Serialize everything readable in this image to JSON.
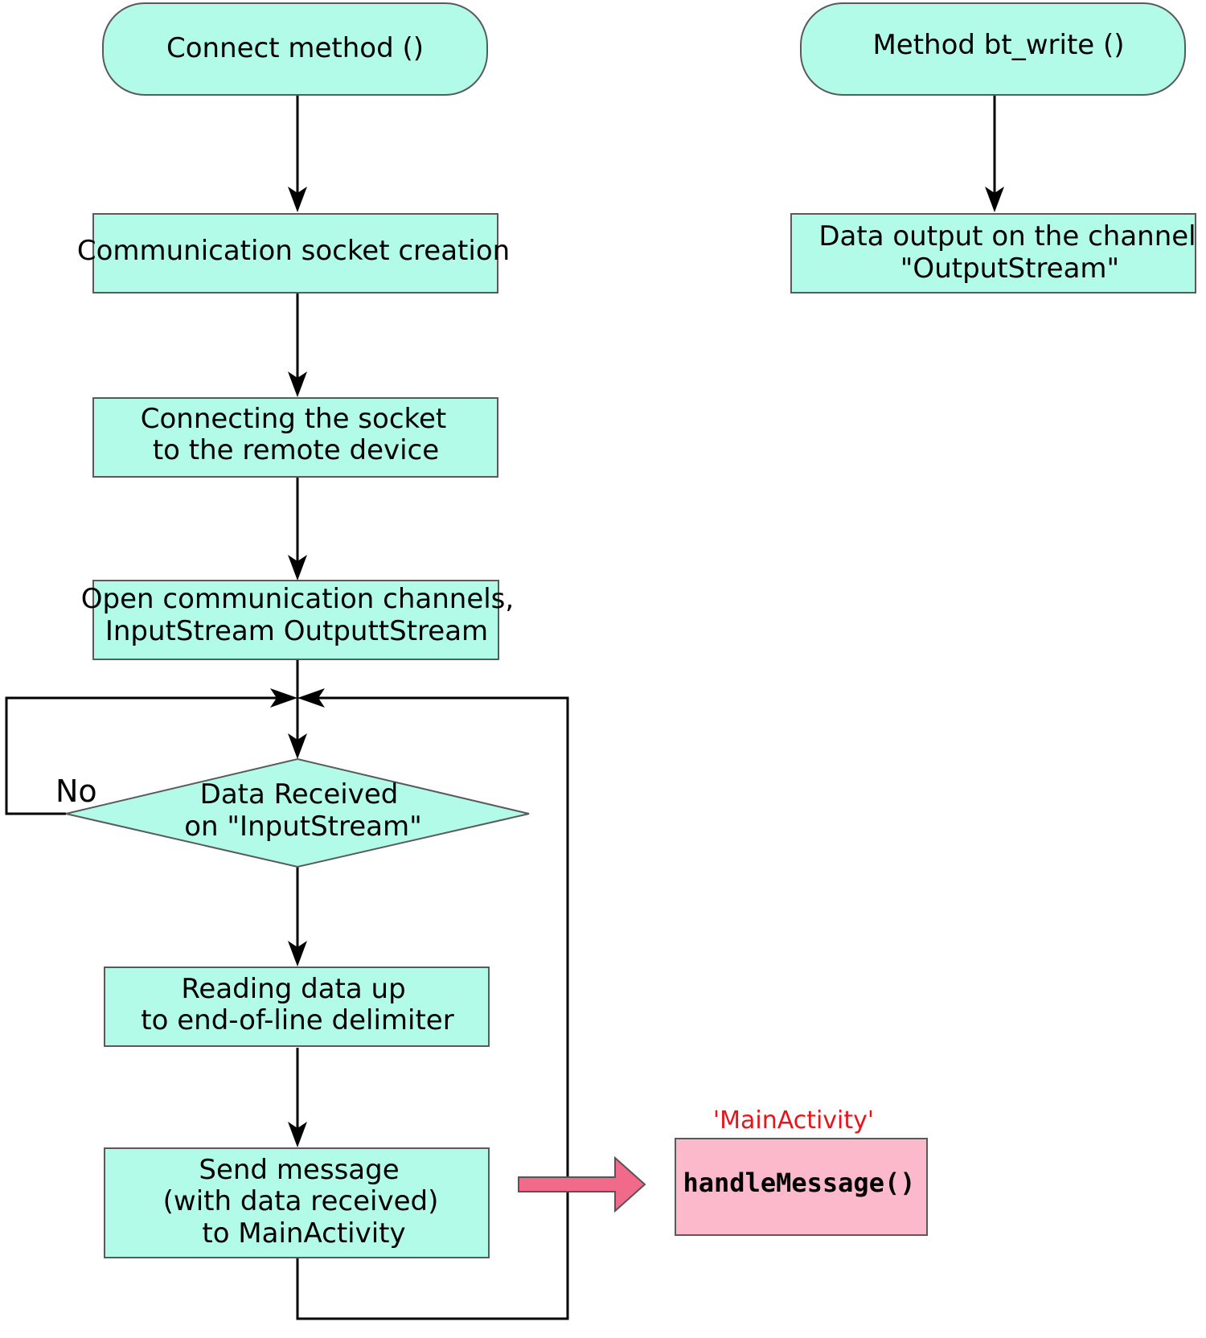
{
  "nodes": {
    "connect_method": "Connect method ()",
    "bt_write": "Method bt_write ()",
    "socket_creation": "Communication socket creation",
    "data_output": [
      "Data output on the channel",
      "\"OutputStream\""
    ],
    "connecting_socket": [
      "Connecting the socket",
      "to the remote device"
    ],
    "open_channels": [
      "Open communication channels,",
      "InputStream OutputtStream"
    ],
    "data_received": [
      "Data Received",
      "on \"InputStream\""
    ],
    "reading_data": [
      "Reading data up",
      "to end-of-line delimiter"
    ],
    "send_message": [
      "Send message",
      "(with data received)",
      "to MainActivity"
    ],
    "handle_message": "handleMessage()"
  },
  "labels": {
    "no": "No",
    "main_activity": "'MainActivity'"
  },
  "colors": {
    "node_fill": "#b1fbe8",
    "handler_fill": "#fcb9cb",
    "transfer_arrow": "#f26a89",
    "accent_text": "#e8141b"
  }
}
